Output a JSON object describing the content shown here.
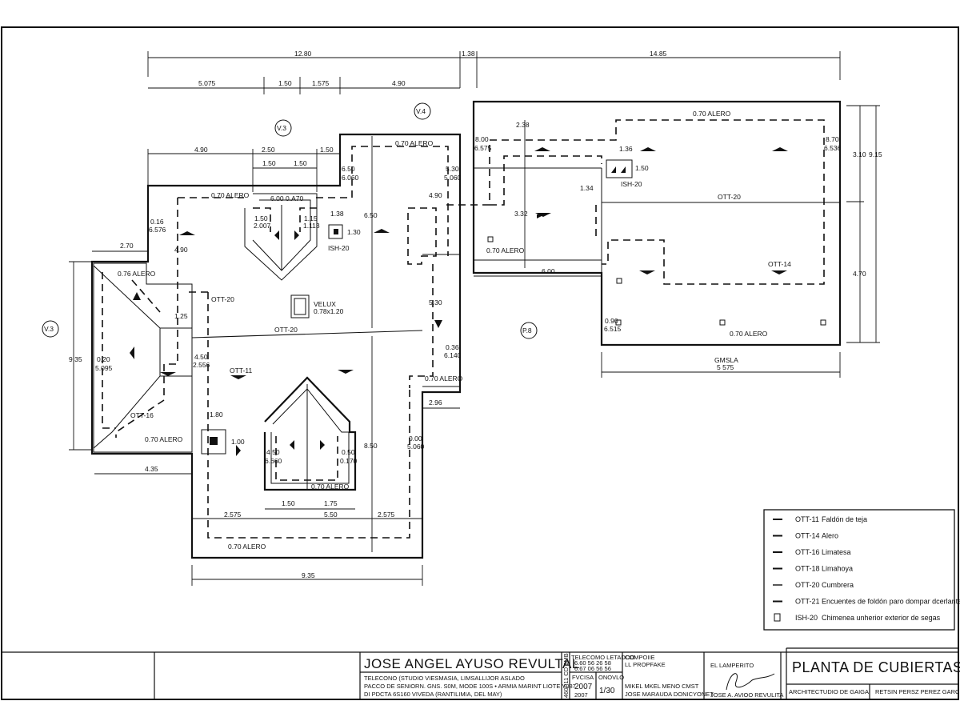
{
  "dimensions": {
    "top_12_80": "12.80",
    "top_1_38": "1.38",
    "top_14_85": "14.85",
    "top_5_075": "5.075",
    "top_1_50": "1.50",
    "top_1_575": "1.575",
    "top_4_90": "4.90",
    "d_4_90b": "4.90",
    "d_2_50": "2.50",
    "d_1_50c": "1.50",
    "d_1_50d": "1.50",
    "d_1_50e": "1.50",
    "d_2_70": "2.70",
    "d_4_90c": "4.90",
    "d_6_50": "6.50",
    "d_4_90d": "4.90",
    "d_1_38": "1.38",
    "d_1_30": "1.30",
    "d_1_25": "1.25",
    "d_5_30": "5.30",
    "d_9_35v": "9.35",
    "d_4_35": "4.35",
    "d_1_80": "1.80",
    "d_1_00": "1.00",
    "d_8_50": "8.50",
    "d_2_96": "2.96",
    "d_1_50f": "1.50",
    "d_1_75": "1.75",
    "d_2_575a": "2.575",
    "d_5_50": "5.50",
    "d_2_575b": "2.575",
    "d_9_35h": "9.35",
    "d_2_38": "2.38",
    "d_3_32": "3.32",
    "d_1_34": "1.34",
    "d_1_36": "1.36",
    "d_1_50g": "1.50",
    "d_6_00": "6.00",
    "d_3_10": "3.10",
    "d_9_15": "9.15",
    "d_4_70": "4.70",
    "d_5_575": "5 575"
  },
  "labels": {
    "alero_top": "0.70 ALERO",
    "alero_left": "0.70 ALERO",
    "alero_076": "0.76 ALERO",
    "alero_bl": "0.70 ALERO",
    "alero_win": "0.70 ALERO",
    "alero_bottom": "0.70 ALERO",
    "alero_r1": "0.70 ALERO",
    "alero_east_top": "0.70 ALERO",
    "alero_east_mid": "0.70 ALERO",
    "alero_east_bot": "0.70 ALERO",
    "ott20_a": "OTT-20",
    "ott20_b": "OTT-20",
    "ott20_c": "OTT-20",
    "ott11": "OTT-11",
    "ott16": "OTT-16",
    "ott14": "OTT-14",
    "ish20_a": "ISH-20",
    "ish20_b": "ISH-20",
    "velux_1": "VELUX",
    "velux_2": "0.78x1.20",
    "gmsla": "GMSLA",
    "small_600": "6.00",
    "small_570": "0.A70",
    "small_650": "6.50",
    "small_6060": "6.060",
    "small_530": "5.30",
    "small_5060": "5.060",
    "small_800": "8.00",
    "small_6575": "6.575",
    "small_870": "8.70",
    "small_6536": "6.536",
    "small_016": "0.16",
    "small_6576": "6.576",
    "small_150": "1.50",
    "small_2007": "2.007",
    "small_115": "1.15",
    "small_1113": "1.113",
    "small_020": "0.20",
    "small_5095": "5.095",
    "small_450": "4.50",
    "small_2556": "2.556",
    "small_036": "0.36",
    "small_6140": "6.140",
    "small_000": "0.00",
    "small_5060b": "5.060",
    "small_450b": "4.50",
    "small_6660": "6.660",
    "small_050": "0.50",
    "small_0170": "0.170",
    "small_090": "0.90",
    "small_6515": "6.515"
  },
  "markers": {
    "v3_top": "V.3",
    "v4": "V.4",
    "v3_left": "V.3",
    "p8": "P.8"
  },
  "legend": {
    "items": [
      {
        "code": "OTT-11",
        "text": "Faldón de teja"
      },
      {
        "code": "OTT-14",
        "text": "Alero"
      },
      {
        "code": "OTT-16",
        "text": "Limatesa"
      },
      {
        "code": "OTT-18",
        "text": "Limahoya"
      },
      {
        "code": "OTT-20",
        "text": "Cumbrera"
      },
      {
        "code": "OTT-21",
        "text": "Encuentes de foldón paro dompar dcerlante"
      },
      {
        "code": "ISH-20",
        "text": "Chimenea unherior exterior de segas"
      }
    ]
  },
  "title_block": {
    "name": "JOSE ANGEL AYUSO REVULTAL",
    "line1": "TELECONO (STUDIO VIESMASIA, LIMSALLIJOR ASLADO",
    "line2": "PACCO DE SENIORN.  GNS. S0M, MODE 100S • ARMIA MARINT LIOTE Y087",
    "line3": "DI PDCTA 6S160          VIVEDA (RANTILIMIA,  DEL MAY)",
    "vertical_code": "460P11 CD 8MB",
    "tel_head": "TELECOMO LETADOO",
    "tel_r1": "6.60  56  26  58",
    "tel_r2": "6.67  06  56  56",
    "fecha_lbl": "FVCISA",
    "fecha_v1": "2007",
    "fecha_v2": "2007",
    "escala_lbl": "ONOVLO",
    "escala_v": "1/30",
    "comp_lbl": "COMPOIIE",
    "comp_v": "LL PROPFAKE",
    "people_1": "MIKEL MKEL MENO CMST",
    "people_2": "JOSE MARAUDA DONICYONET",
    "sign_lbl": "EL LAMPERITO",
    "sign_name": "JOSE A. AVIOO REVULITA",
    "plan_title": "PLANTA DE CUBIERTAS",
    "arch": "ARCHITECTUDIO DE GAIGA",
    "author": "RETSIN PERSZ PEREZ GARCIA"
  }
}
